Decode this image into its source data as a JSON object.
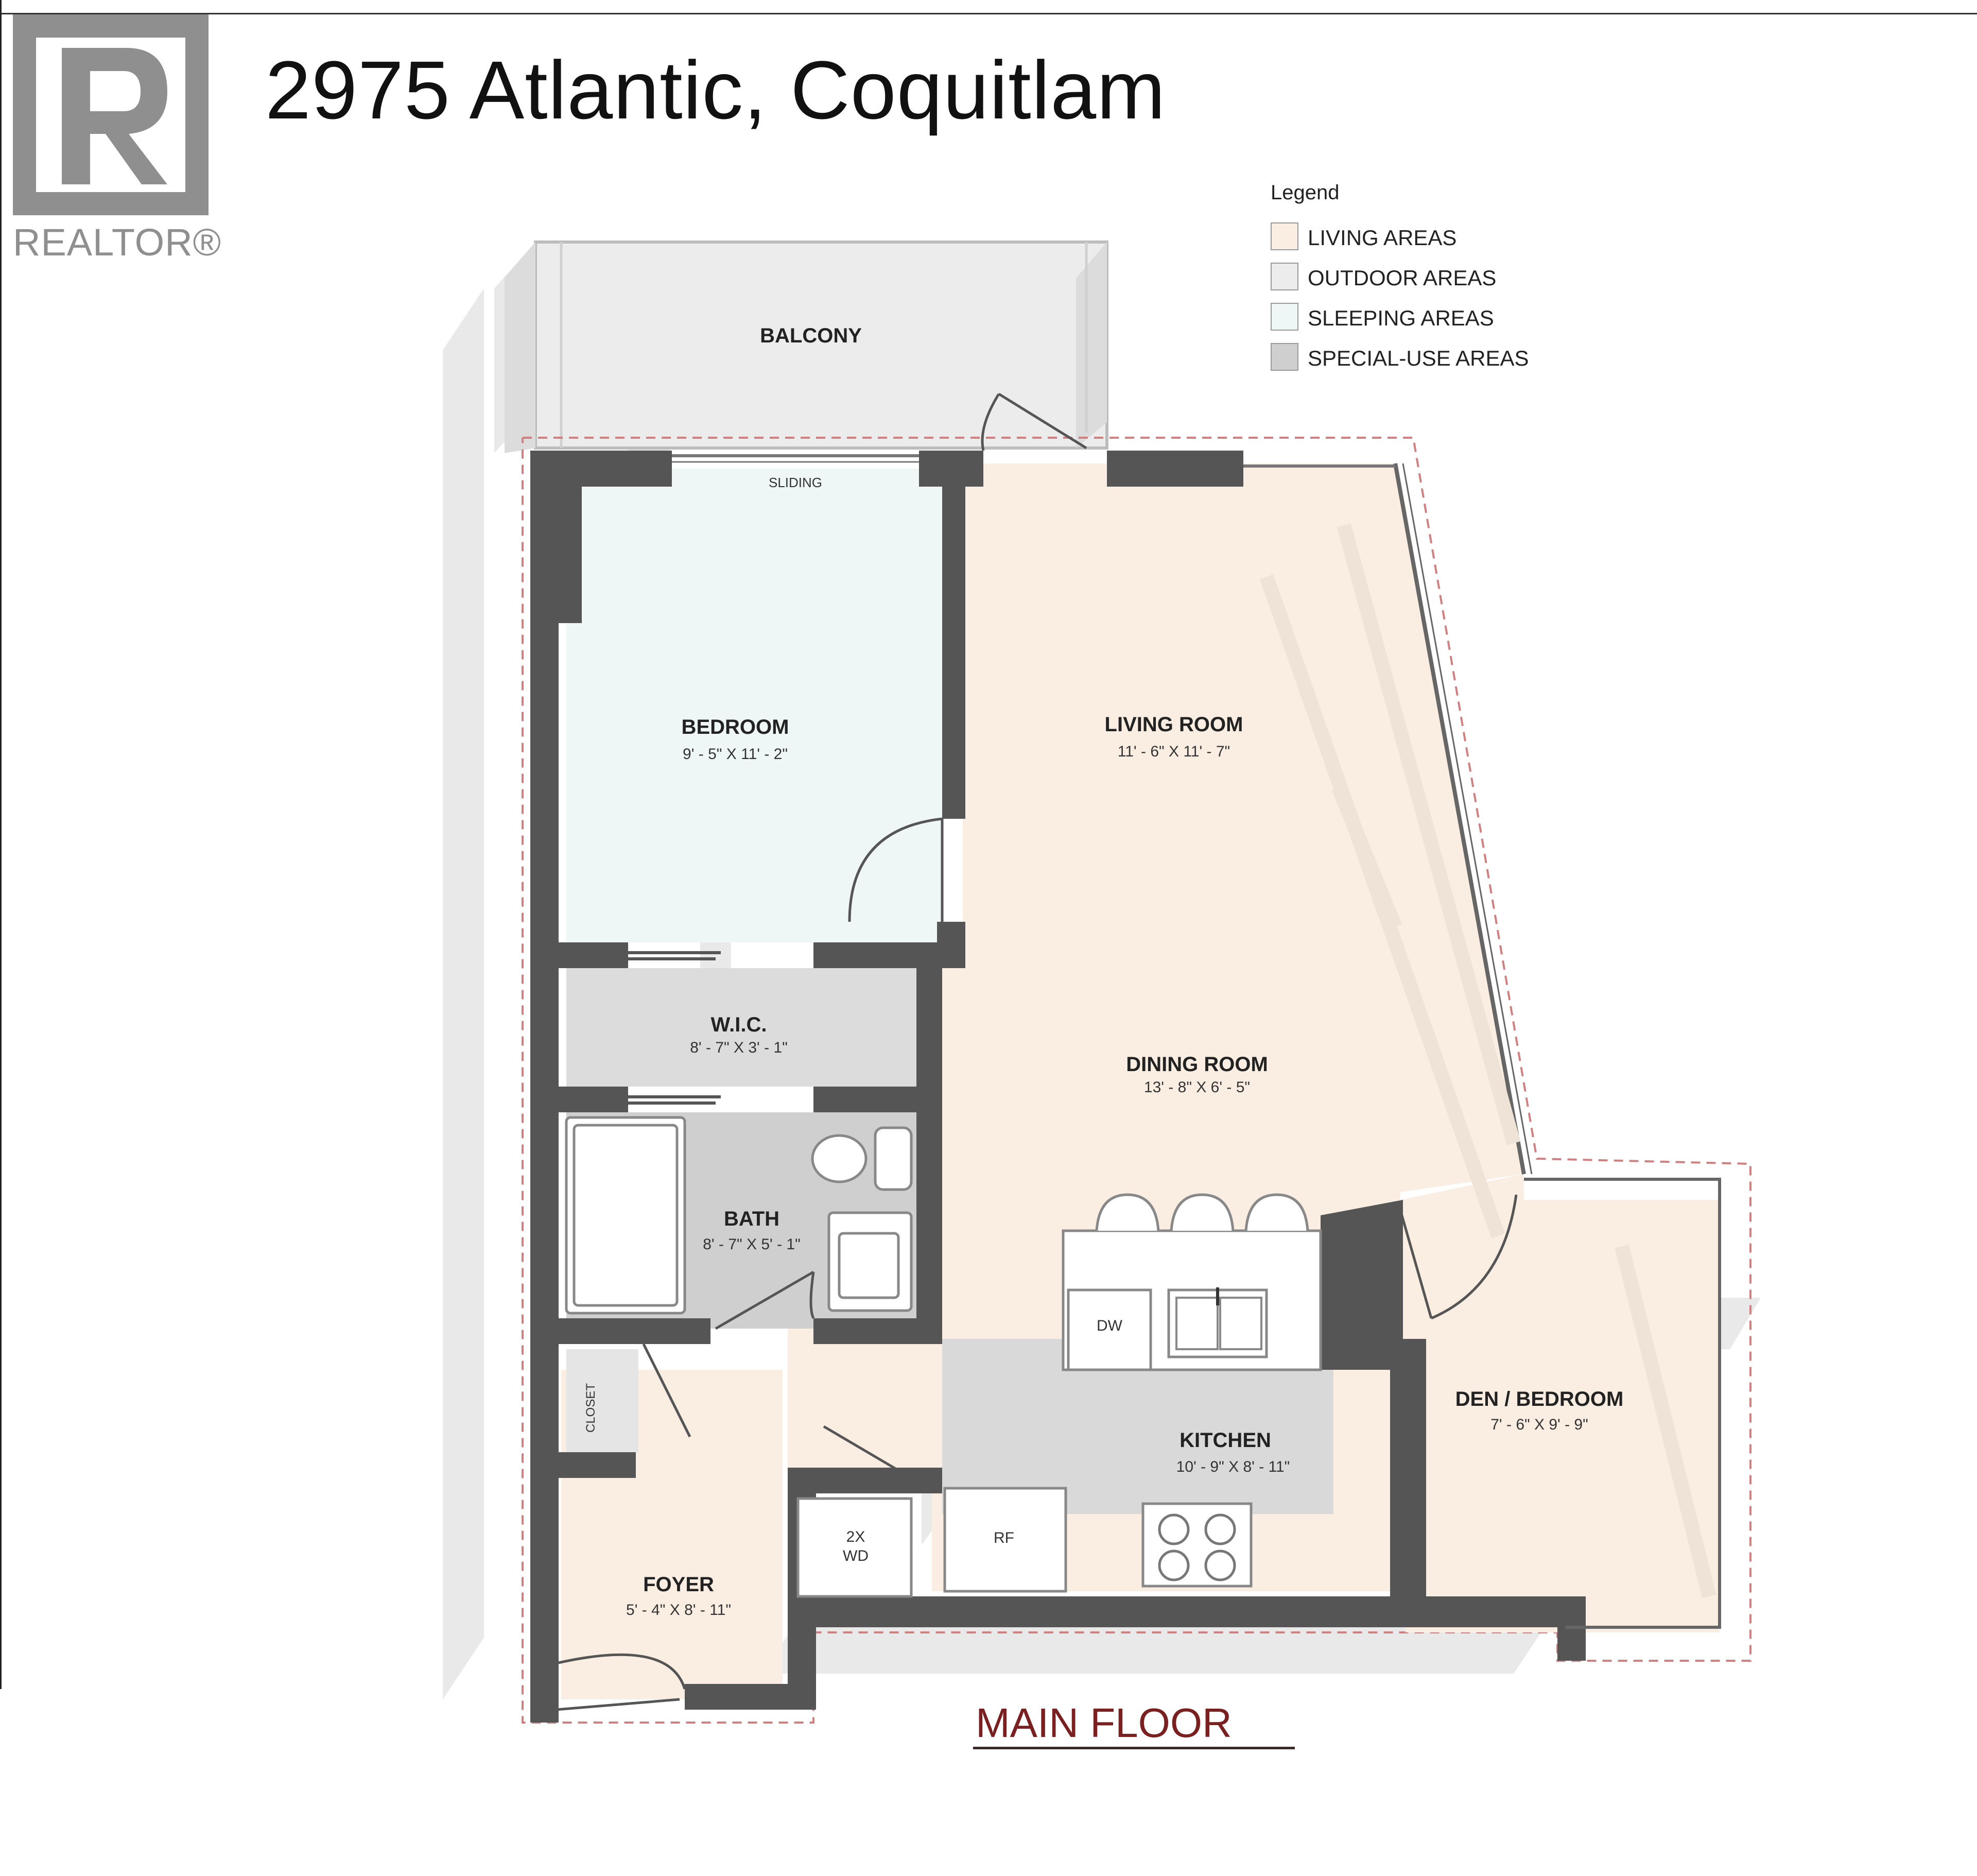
{
  "title": "2975 Atlantic, Coquitlam",
  "brand": {
    "name": "REALTOR®",
    "mark": "R",
    "color": "#8f8f8f"
  },
  "legend": {
    "title": "Legend",
    "items": [
      {
        "label": "LIVING AREAS",
        "color": "#faeee3"
      },
      {
        "label": "OUTDOOR AREAS",
        "color": "#ececec"
      },
      {
        "label": "SLEEPING AREAS",
        "color": "#eef6f6"
      },
      {
        "label": "SPECIAL-USE AREAS",
        "color": "#cfcfcf"
      }
    ]
  },
  "rooms": {
    "balcony": {
      "name": "BALCONY"
    },
    "sliding": {
      "name": "SLIDING"
    },
    "bedroom": {
      "name": "BEDROOM",
      "dims": "9' - 5\" X 11' - 2\""
    },
    "living": {
      "name": "LIVING ROOM",
      "dims": "11' - 6\" X 11' - 7\""
    },
    "wic": {
      "name": "W.I.C.",
      "dims": "8' - 7\" X 3' - 1\""
    },
    "dining": {
      "name": "DINING ROOM",
      "dims": "13' - 8\" X 6' - 5\""
    },
    "bath": {
      "name": "BATH",
      "dims": "8' - 7\" X 5' - 1\""
    },
    "den": {
      "name": "DEN / BEDROOM",
      "dims": "7' - 6\" X 9' - 9\""
    },
    "kitchen": {
      "name": "KITCHEN",
      "dims": "10' - 9\" X 8' - 11\""
    },
    "foyer": {
      "name": "FOYER",
      "dims": "5' - 4\" X 8' - 11\""
    },
    "closet": {
      "name": "CLOSET"
    }
  },
  "fixtures": {
    "dishwasher": "DW",
    "fridge": "RF",
    "washer_line1": "2X",
    "washer_line2": "WD"
  },
  "floor_label": "MAIN FLOOR",
  "colors": {
    "wall": "#555555",
    "living": "#faeee3",
    "sleeping": "#eef6f6",
    "special": "#cfcfcf",
    "outdoor": "#ececec",
    "shadow": "#e6e6e6",
    "floor_label": "#7a2020"
  }
}
